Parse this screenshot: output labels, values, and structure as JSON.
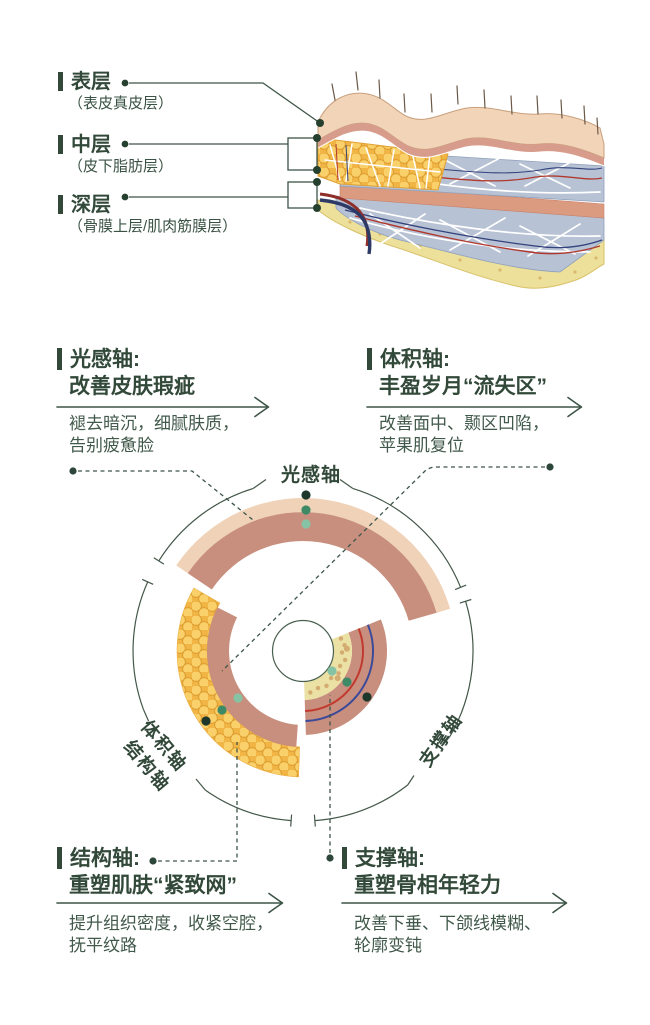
{
  "palette": {
    "text_green": "#32493a",
    "line_green": "#3d5547",
    "dot_dark": "#1d382b",
    "dot_mid": "#3f8a66",
    "dot_light": "#86c3a4",
    "ring_beige": "#f0d2b8",
    "ring_rose": "#c88f7e",
    "ring_cream": "#ebe1a5",
    "fat_yellow": "#f3bb4a",
    "vessel_red": "#c23a2f",
    "vessel_blue": "#3c4a9a"
  },
  "skin_section": {
    "layers": [
      {
        "label": "表层",
        "sub": "（表皮真皮层）"
      },
      {
        "label": "中层",
        "sub": "（皮下脂肪层）"
      },
      {
        "label": "深层",
        "sub": "（骨膜上层/肌肉筋膜层）"
      }
    ]
  },
  "axis_blocks": [
    {
      "id": "top_left",
      "title": "光感轴:",
      "headline": "改善皮肤瑕疵",
      "body": "褪去暗沉，细腻肤质，\n告别疲惫脸"
    },
    {
      "id": "top_right",
      "title": "体积轴:",
      "headline": "丰盈岁月“流失区”",
      "body": "改善面中、颞区凹陷，\n苹果肌复位"
    },
    {
      "id": "bottom_left",
      "title": "结构轴:",
      "headline": "重塑肌肤“紧致网”",
      "body": "提升组织密度，收紧空腔，\n抚平纹路"
    },
    {
      "id": "bottom_right",
      "title": "支撑轴:",
      "headline": "重塑骨相年轻力",
      "body": "改善下垂、下颌线模糊、\n轮廓变钝"
    }
  ],
  "ring_labels": {
    "top": "光感轴",
    "left_outer": "体积轴",
    "left_inner": "结构轴",
    "right": "支撑轴"
  }
}
